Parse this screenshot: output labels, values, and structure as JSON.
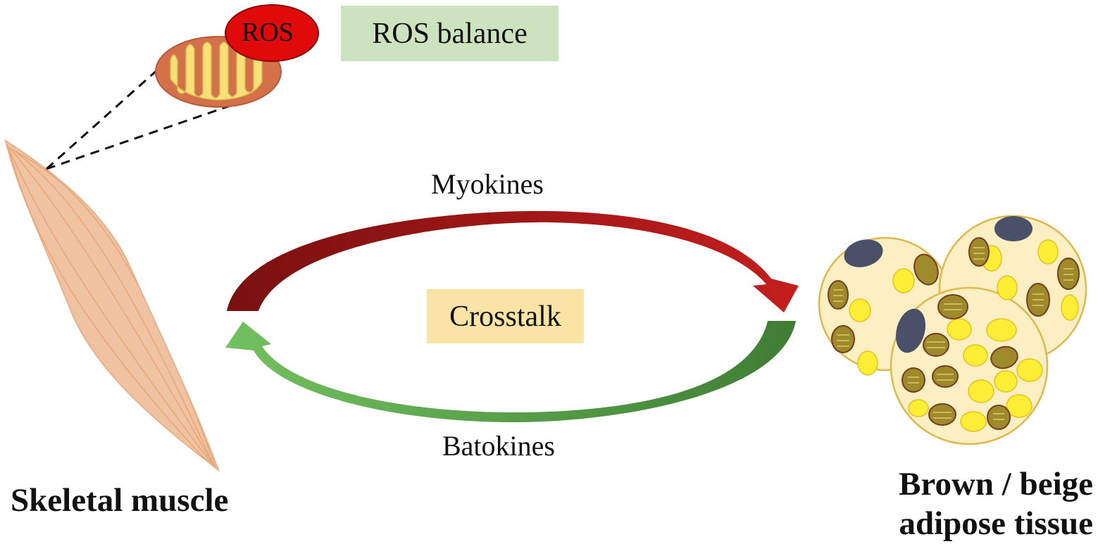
{
  "labels": {
    "ros": "ROS",
    "ros_balance": "ROS balance",
    "myokines": "Myokines",
    "crosstalk": "Crosstalk",
    "batokines": "Batokines",
    "skeletal_muscle": "Skeletal muscle",
    "adipose_line1": "Brown / beige",
    "adipose_line2": "adipose tissue"
  },
  "colors": {
    "ros_balance_box": "#cde3bf",
    "crosstalk_box": "#f9e4a6",
    "ros_red": "#e00a0a",
    "mito_outer": "#d4714a",
    "mito_inner": "#f8e079",
    "muscle": "#efc3a1",
    "muscle_lines": "#e8a374",
    "myokines_arrow_dark": "#7a1010",
    "myokines_arrow_light": "#b81b1b",
    "batokines_arrow_dark": "#3f7d34",
    "batokines_arrow_light": "#6fbd5c",
    "adipocyte_fill": "#fbefc3",
    "adipocyte_border": "#e0b84a",
    "nucleus": "#4a5068",
    "lipid_droplet": "#fbee35",
    "cell_mito": "#9d8a2a"
  }
}
